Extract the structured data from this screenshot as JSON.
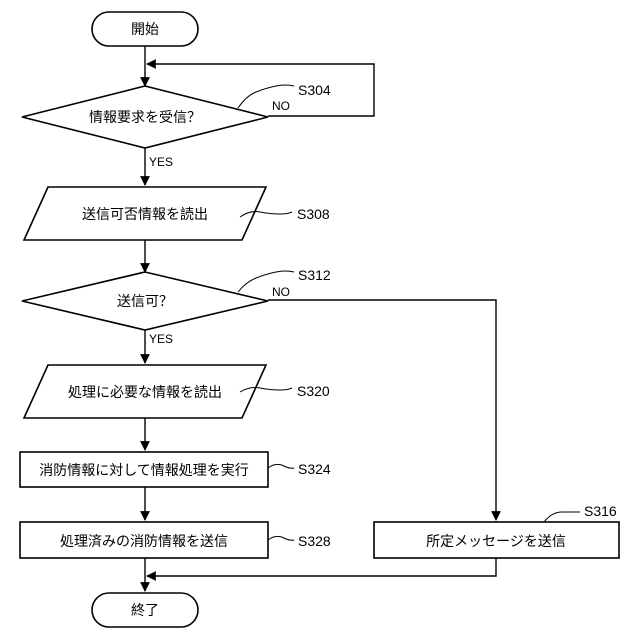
{
  "nodes": {
    "start": "開始",
    "d_receive": "情報要求を受信？",
    "read_permission": "送信可否情報を読出",
    "d_send_ok": "送信可？",
    "read_needed": "処理に必要な情報を読出",
    "process": "消防情報に対して情報処理を実行",
    "send_processed": "処理済みの消防情報を送信",
    "send_message": "所定メッセージを送信",
    "end": "終了"
  },
  "steps": {
    "s304": "S304",
    "s308": "S308",
    "s312": "S312",
    "s316": "S316",
    "s320": "S320",
    "s324": "S324",
    "s328": "S328"
  },
  "branches": {
    "yes": "YES",
    "no": "NO"
  }
}
